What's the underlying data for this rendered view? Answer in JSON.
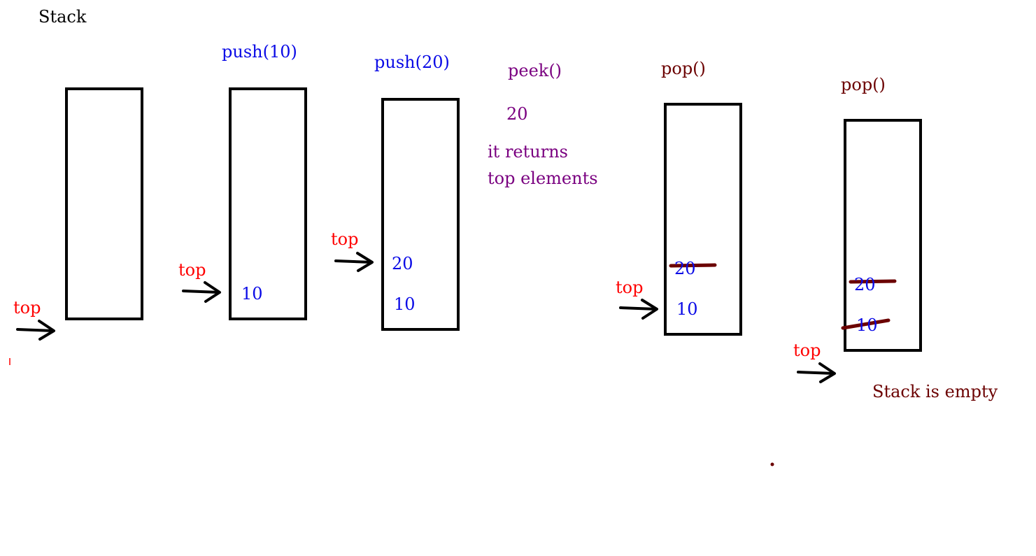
{
  "title": "Stack",
  "colors": {
    "ink": "#000000",
    "push_blue": "#0a0ae6",
    "top_red": "#ff0000",
    "peek_purple": "#7a0080",
    "pop_maroon": "#6b0000"
  },
  "steps": [
    {
      "id": "empty",
      "operation": "",
      "values": [],
      "top_label": "top"
    },
    {
      "id": "push10",
      "operation": "push(10)",
      "values": [
        "10"
      ],
      "top_label": "top"
    },
    {
      "id": "push20",
      "operation": "push(20)",
      "values": [
        "20",
        "10"
      ],
      "top_label": "top"
    },
    {
      "id": "peek",
      "operation": "peek()",
      "result": "20",
      "note_lines": [
        "it returns",
        "top elements"
      ]
    },
    {
      "id": "pop1",
      "operation": "pop()",
      "values": [
        "20",
        "10"
      ],
      "crossed_out": [
        "20"
      ],
      "top_label": "top"
    },
    {
      "id": "pop2",
      "operation": "pop()",
      "values": [
        "20",
        "10"
      ],
      "crossed_out": [
        "20",
        "10"
      ],
      "top_label": "top",
      "message": "Stack is empty"
    }
  ]
}
